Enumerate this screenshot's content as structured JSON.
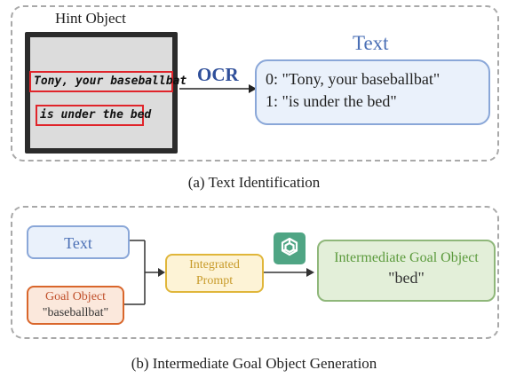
{
  "panel_a": {
    "hint_title": "Hint Object",
    "handwriting": [
      "Tony, your baseballbat",
      "is under the bed"
    ],
    "ocr_label": "OCR",
    "text_title": "Text",
    "results": [
      "0:  \"Tony, your baseballbat\"",
      "1:  \"is under the bed\""
    ],
    "caption": "(a) Text Identification"
  },
  "panel_b": {
    "text_box": "Text",
    "goal_object": {
      "label": "Goal Object",
      "value": "\"baseballbat\""
    },
    "integrated": {
      "line1": "Integrated",
      "line2": "Prompt"
    },
    "igo": {
      "label": "Intermediate Goal Object",
      "value": "\"bed\""
    },
    "caption": "(b) Intermediate Goal Object Generation"
  },
  "icons": {
    "llm": "openai-logo-icon"
  },
  "colors": {
    "ocr": "#2f4f9a",
    "text_blue": "#4a6fb5",
    "goal_orange": "#d9662b",
    "prompt_yellow": "#e0b63a",
    "igo_green": "#8fb77a",
    "handwriting_box": "#e0242a"
  }
}
